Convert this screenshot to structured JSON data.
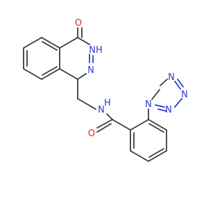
{
  "atoms": {
    "o_lactam": "O",
    "nh_ring": "NH",
    "n_ring": "N",
    "nh_amide": "N",
    "h_amide": "H",
    "o_amide": "O",
    "tz_n1": "N",
    "tz_n2": "N",
    "tz_n3": "N",
    "tz_n4": "N"
  },
  "colors": {
    "bond": "#3a3a3a",
    "oxygen": "#e8211b",
    "nitrogen": "#2a3bd0"
  }
}
